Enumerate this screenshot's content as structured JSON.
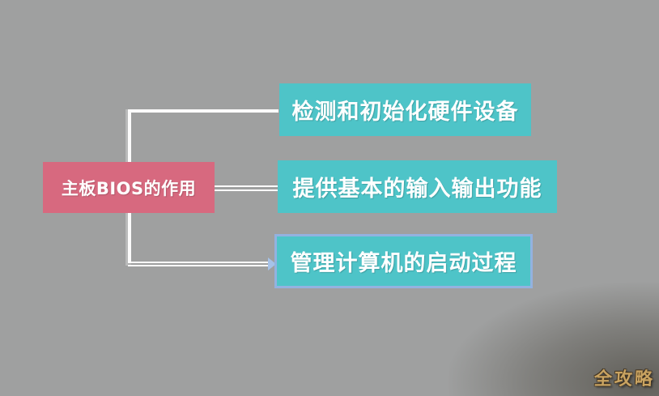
{
  "canvas": {
    "background_color": "#9fa0a0"
  },
  "diagram": {
    "root": {
      "label": "主板BIOS的作用",
      "fill_color": "#d7697f",
      "text_color": "#ffffff"
    },
    "branches": [
      {
        "label": "检测和初始化硬件设备",
        "fill_color": "#4ec4c8",
        "text_color": "#ffffff"
      },
      {
        "label": "提供基本的输入输出功能",
        "fill_color": "#4ec4c8",
        "text_color": "#ffffff"
      },
      {
        "label": "管理计算机的启动过程",
        "fill_color": "#4ec4c8",
        "text_color": "#ffffff",
        "highlight_border_color": "#93b2e0"
      }
    ],
    "connector_color": "#ffffff",
    "arrowhead_color": "#a6c2e8"
  },
  "watermark": {
    "text": "全攻略",
    "color": "#c9a361"
  }
}
